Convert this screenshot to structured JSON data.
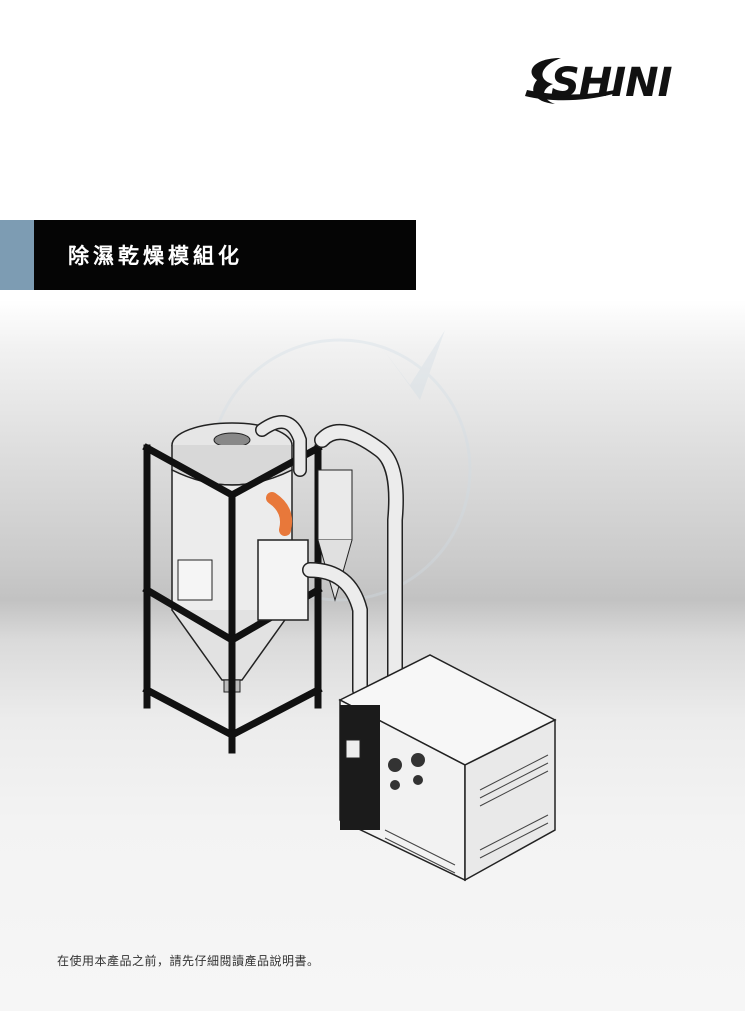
{
  "brand": {
    "logo_text": "SHINI",
    "logo_icon": "shini-swoosh-logo"
  },
  "header": {
    "title": "除濕乾燥模組化"
  },
  "illustration": {
    "subject": "dehumidifying-dryer-system"
  },
  "footer": {
    "note": "在使用本產品之前，請先仔細閱讀產品說明書。"
  },
  "colors": {
    "accent_band": "#7d9cb3",
    "title_bar": "#050505",
    "title_text": "#ffffff",
    "pipe_orange": "#e8783a"
  }
}
